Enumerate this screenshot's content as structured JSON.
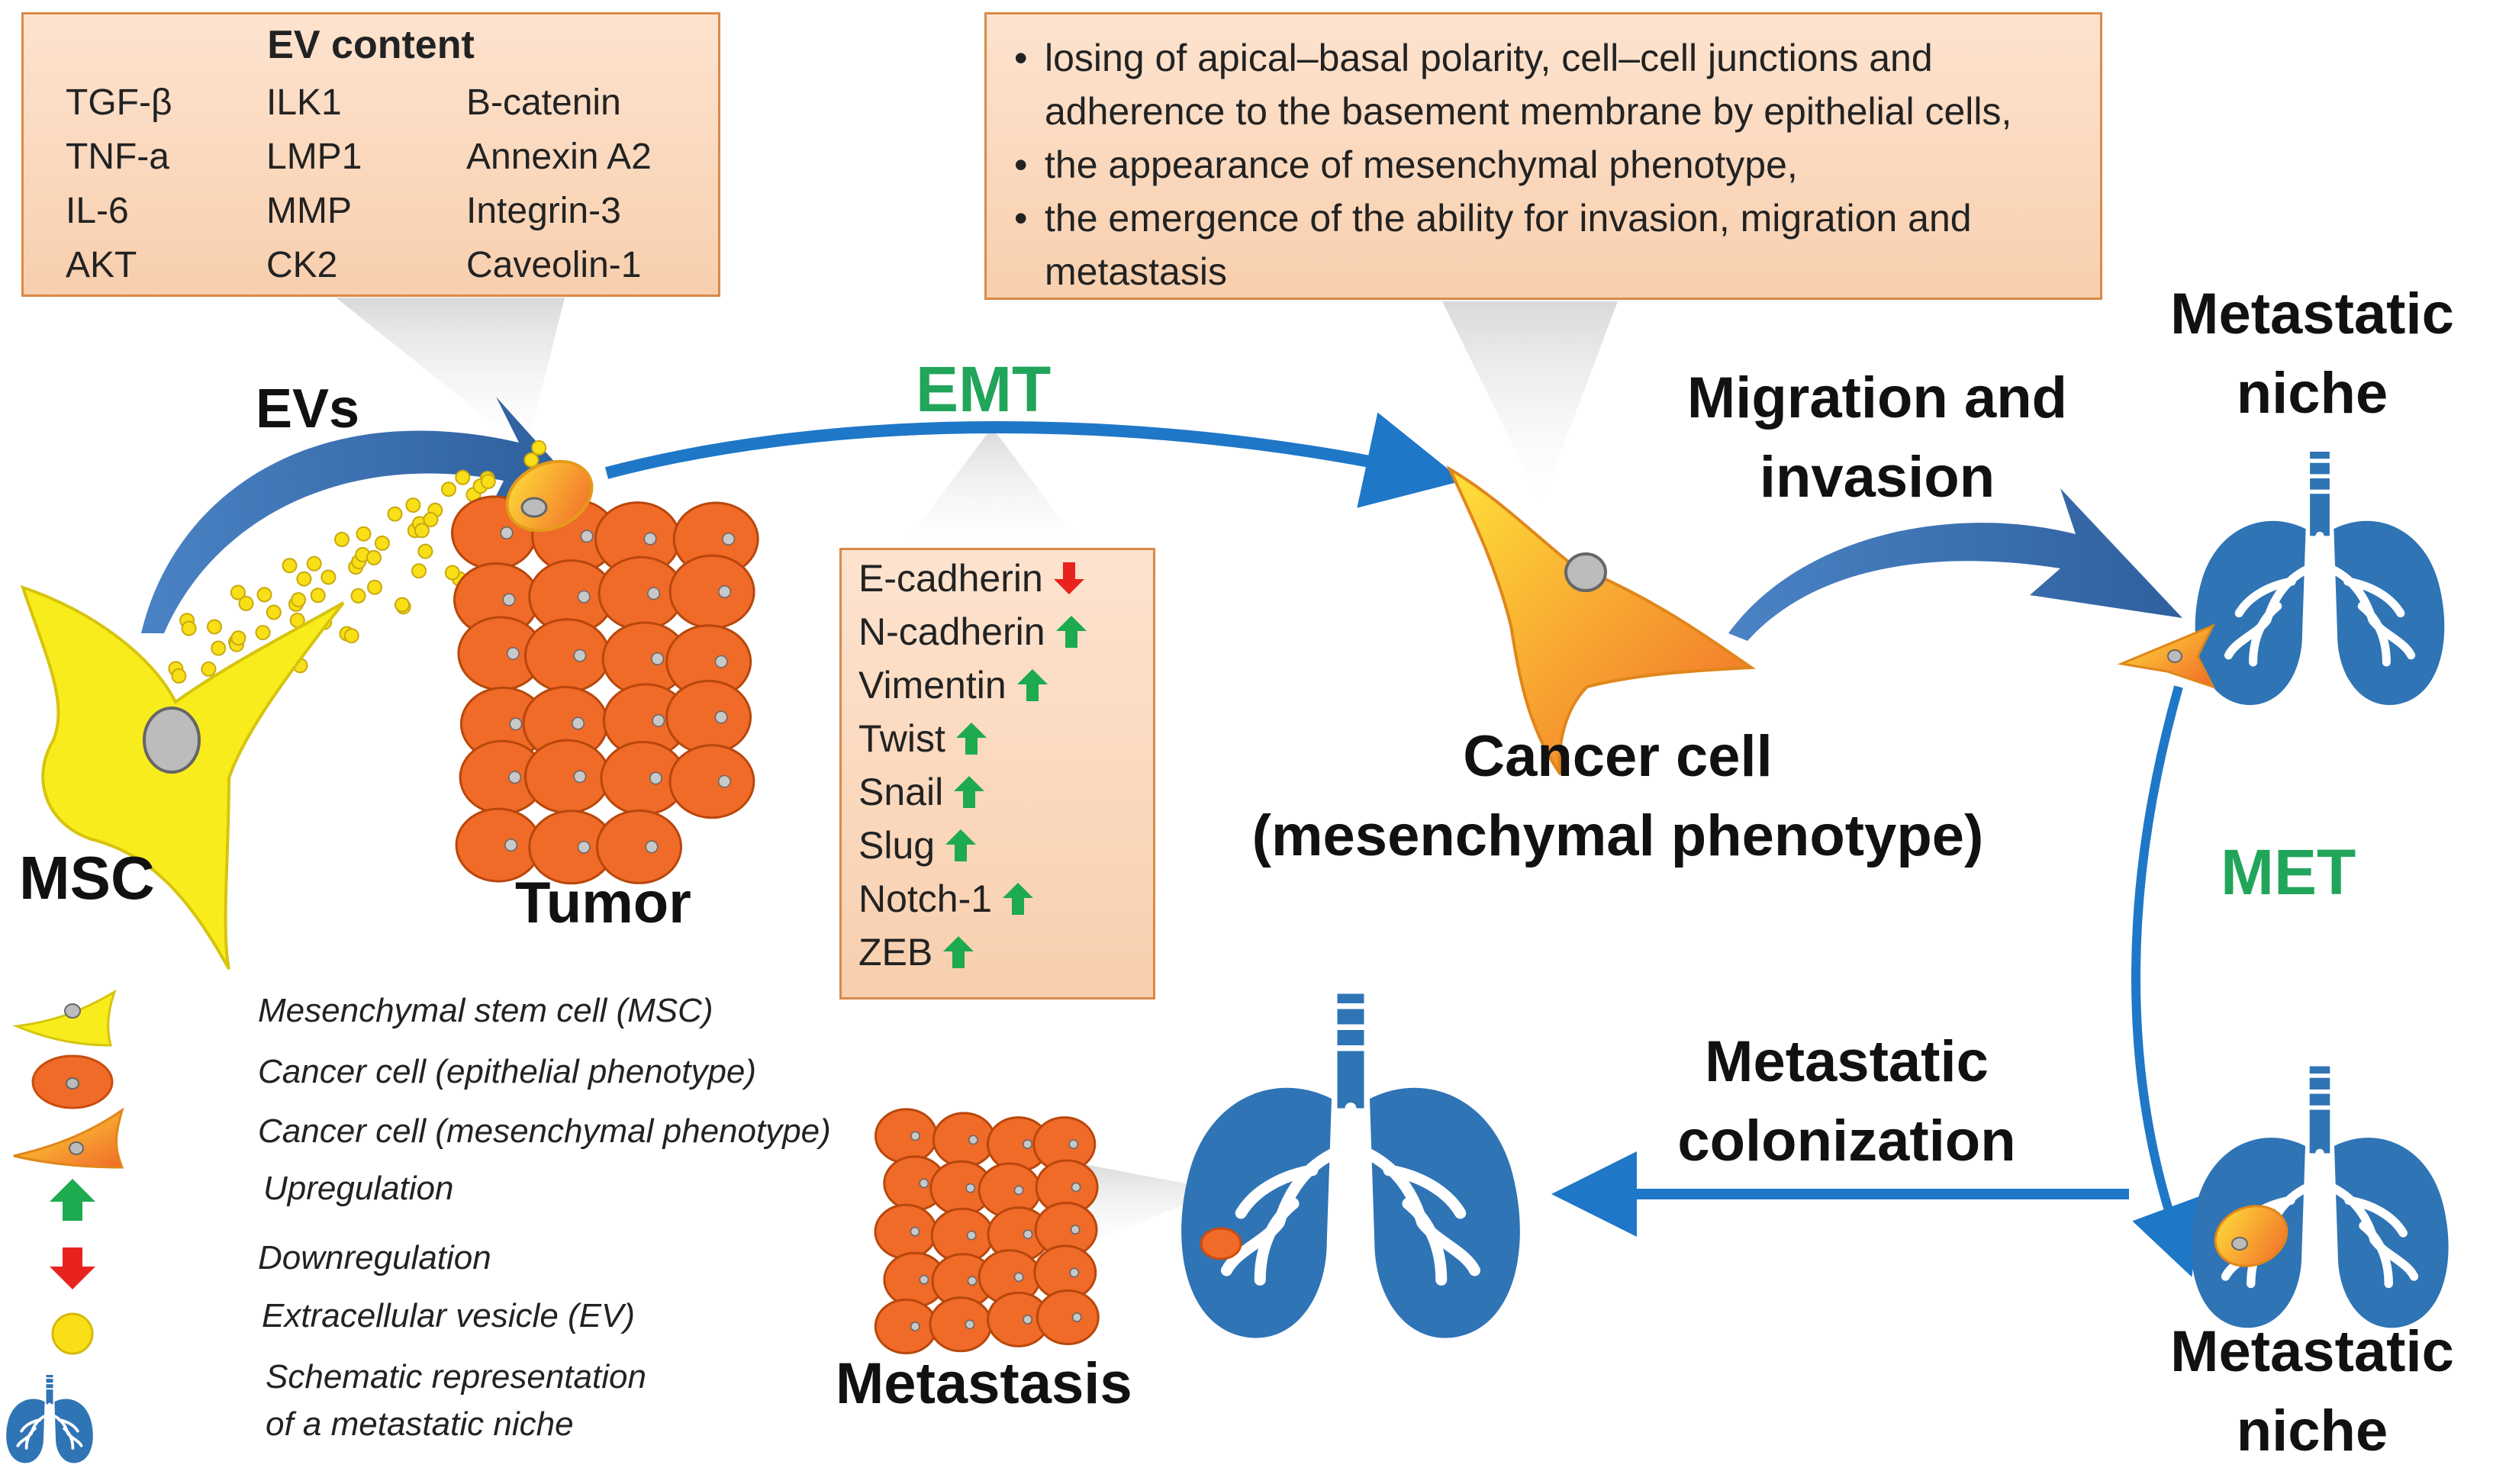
{
  "ev_content": {
    "title": "EV content",
    "columns": [
      [
        "TGF-β",
        "TNF-a",
        "IL-6",
        "AKT"
      ],
      [
        "ILK1",
        "LMP1",
        "MMP",
        "CK2"
      ],
      [
        "B-catenin",
        "Annexin A2",
        "Integrin-3",
        "Caveolin-1"
      ]
    ]
  },
  "emt_effects": [
    "losing of apical–basal polarity, cell–cell junctions and",
    "adherence to the basement membrane by epithelial cells,",
    "the appearance of mesenchymal phenotype,",
    "the emergence of the ability for invasion, migration and",
    "metastasis"
  ],
  "labels": {
    "evs": "EVs",
    "emt": "EMT",
    "msc": "MSC",
    "tumor": "Tumor",
    "cancer_cell_1": "Cancer cell",
    "cancer_cell_2": "(mesenchymal phenotype)",
    "migration_1": "Migration and",
    "migration_2": "invasion",
    "niche_top_1": "Metastatic",
    "niche_top_2": "niche",
    "met": "MET",
    "colonization_1": "Metastatic",
    "colonization_2": "colonization",
    "niche_bottom_1": "Metastatic",
    "niche_bottom_2": "niche",
    "metastasis": "Metastasis"
  },
  "markers": [
    {
      "name": "E-cadherin",
      "direction": "down"
    },
    {
      "name": "N-cadherin",
      "direction": "up"
    },
    {
      "name": "Vimentin",
      "direction": "up"
    },
    {
      "name": "Twist",
      "direction": "up"
    },
    {
      "name": "Snail",
      "direction": "up"
    },
    {
      "name": "Slug",
      "direction": "up"
    },
    {
      "name": "Notch-1",
      "direction": "up"
    },
    {
      "name": "ZEB",
      "direction": "up"
    }
  ],
  "legend": [
    {
      "icon": "msc-icon",
      "text": "Mesenchymal stem cell (MSC)"
    },
    {
      "icon": "epithelial-cell-icon",
      "text": "Cancer cell (epithelial phenotype)"
    },
    {
      "icon": "mesenchymal-cell-icon",
      "text": "Cancer cell (mesenchymal phenotype)"
    },
    {
      "icon": "up-arrow-icon",
      "text": "Upregulation"
    },
    {
      "icon": "down-arrow-icon",
      "text": "Downregulation"
    },
    {
      "icon": "vesicle-icon",
      "text": "Extracellular vesicle (EV)"
    },
    {
      "icon": "lung-icon",
      "text": "Schematic representation"
    },
    {
      "icon": "lung-icon",
      "text": "of a metastatic niche"
    }
  ],
  "colors": {
    "arrow_blue": "#1f77c8",
    "lung_blue": "#2f74b5",
    "tumor_orange": "#f06a28",
    "msc_yellow": "#f9ec1c",
    "label_green": "#21a55a",
    "box_border": "#d98a4a",
    "up_green": "#1eaa4f",
    "down_red": "#e8231d"
  }
}
